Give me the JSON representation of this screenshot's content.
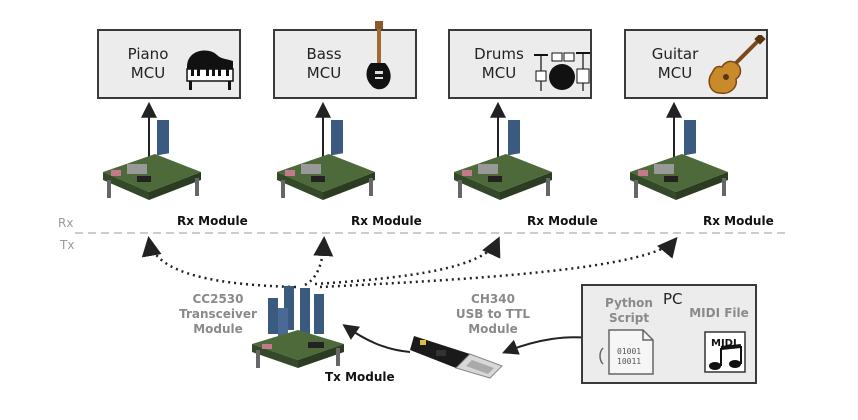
{
  "instruments": [
    {
      "line1": "Piano",
      "line2": "MCU",
      "icon": "piano-icon"
    },
    {
      "line1": "Bass",
      "line2": "MCU",
      "icon": "bass-guitar-icon"
    },
    {
      "line1": "Drums",
      "line2": "MCU",
      "icon": "drum-kit-icon"
    },
    {
      "line1": "Guitar",
      "line2": "MCU",
      "icon": "acoustic-guitar-icon"
    }
  ],
  "rx_module_label": "Rx Module",
  "side_labels": {
    "rx": "Rx",
    "tx": "Tx"
  },
  "transceiver": {
    "line1": "CC2530",
    "line2": "Transceiver",
    "line3": "Module"
  },
  "tx_module_label": "Tx Module",
  "usb_module": {
    "line1": "CH340",
    "line2": "USB to TTL",
    "line3": "Module"
  },
  "pc": {
    "title": "PC",
    "script_line1": "Python",
    "script_line2": "Script",
    "midi_file_label": "MIDI File",
    "midi_icon_text": "MIDI",
    "binary_line1": "01001",
    "binary_line2": "10011"
  },
  "colors": {
    "box_fill": "#ececec",
    "box_border": "#3a3a3a",
    "divider": "#cccccc",
    "arrow": "#222222",
    "board": "#4e6a3a"
  }
}
